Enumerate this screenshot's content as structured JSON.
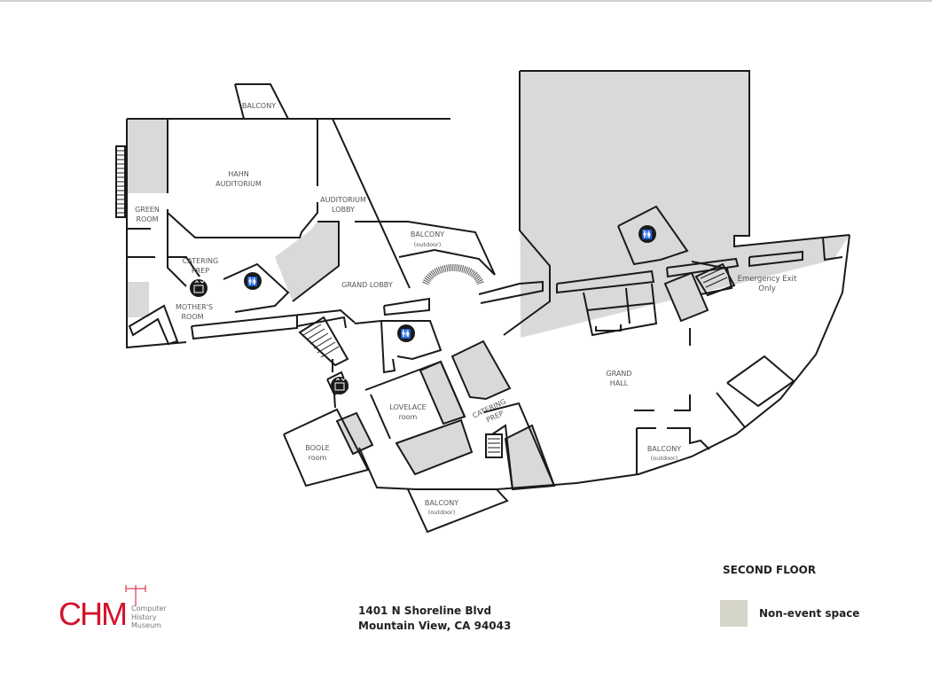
{
  "floor_title": "SECOND FLOOR",
  "address": {
    "line1": "1401 N Shoreline Blvd",
    "line2": "Mountain View, CA 94043"
  },
  "legend": {
    "label": "Non-event space",
    "swatch_color": "#d6d5c9"
  },
  "logo": {
    "mark": "CHM",
    "line1": "Computer",
    "line2": "History",
    "line3": "Museum",
    "color": "#d2142c"
  },
  "rooms": {
    "balcony_top": "BALCONY",
    "hahn_1": "HAHN",
    "hahn_2": "AUDITORIUM",
    "aud_lobby_1": "AUDITORIUM",
    "aud_lobby_2": "LOBBY",
    "green_1": "GREEN",
    "green_2": "ROOM",
    "catering1_1": "CATERING",
    "catering1_2": "PREP",
    "mothers_1": "MOTHER'S",
    "mothers_2": "ROOM",
    "balcony_out1": "BALCONY",
    "balcony_out1_sub": "(outdoor)",
    "grand_lobby": "GRAND LOBBY",
    "lovelace_1": "LOVELACE",
    "lovelace_2": "room",
    "boole_1": "BOOLE",
    "boole_2": "room",
    "catering2_1": "CATERING",
    "catering2_2": "PREP",
    "balcony_out2": "BALCONY",
    "balcony_out2_sub": "(outdoor)",
    "grand_hall_1": "GRAND",
    "grand_hall_2": "HALL",
    "balcony_out3": "BALCONY",
    "balcony_out3_sub": "(outdoor)",
    "emergency_1": "Emergency Exit",
    "emergency_2": "Only"
  },
  "colors": {
    "wall": "#1a1a1a",
    "non_event": "#d9d9d9",
    "label": "#555555"
  }
}
